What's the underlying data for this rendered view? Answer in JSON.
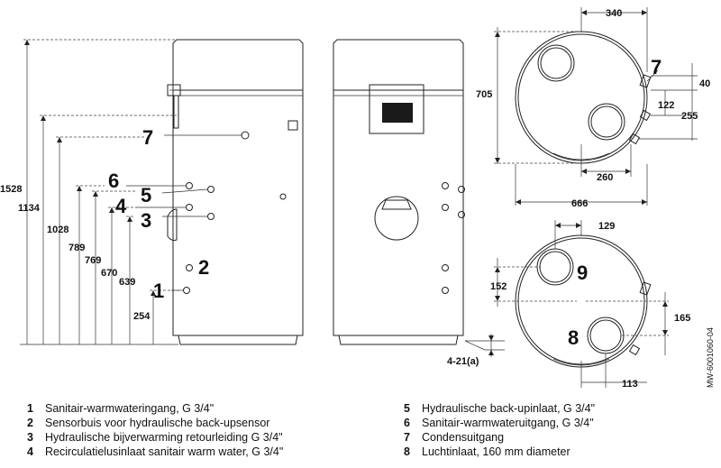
{
  "side_view": {
    "heights": [
      "1528",
      "1134",
      "1028",
      "789",
      "769",
      "670",
      "639",
      "254"
    ],
    "callouts": [
      "7",
      "6",
      "5",
      "4",
      "3",
      "2",
      "1"
    ]
  },
  "top_view": {
    "dims": [
      "340",
      "705",
      "40",
      "122",
      "255",
      "260",
      "666"
    ],
    "callouts": [
      "7"
    ]
  },
  "bottom_view": {
    "dims": [
      "129",
      "152",
      "165",
      "113",
      "4-21(a)"
    ],
    "callouts": [
      "9",
      "8"
    ]
  },
  "doc_ref": "MW-6001060-04",
  "legend_left": [
    {
      "num": "1",
      "text": "Sanitair-warmwateringang, G 3/4\""
    },
    {
      "num": "2",
      "text": "Sensorbuis voor hydraulische back-upsensor"
    },
    {
      "num": "3",
      "text": "Hydraulische bijverwarming retourleiding G 3/4\""
    },
    {
      "num": "4",
      "text": "Recirculatielusinlaat sanitair warm water, G 3/4\""
    }
  ],
  "legend_right": [
    {
      "num": "5",
      "text": "Hydraulische back-upinlaat, G 3/4\""
    },
    {
      "num": "6",
      "text": "Sanitair-warmwateruitgang, G 3/4\""
    },
    {
      "num": "7",
      "text": "Condensuitgang"
    },
    {
      "num": "8",
      "text": "Luchtinlaat, 160 mm diameter"
    }
  ]
}
